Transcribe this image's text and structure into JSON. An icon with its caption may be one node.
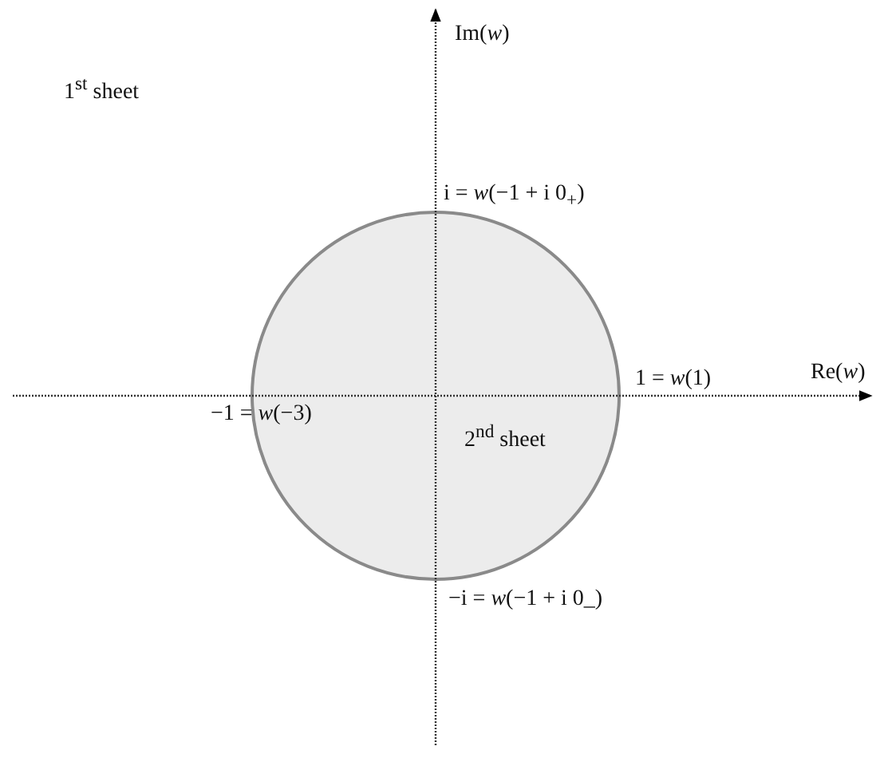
{
  "diagram": {
    "nodes": [
      {
        "text": [
          "2$^{nd}$ sheet"
        ]
      }
    ],
    "labels": [
      "Im(*w*)",
      "1$^{st}$ sheet",
      "i = *w*(−1 + i 0$_{+}$)",
      "1 = *w*(1)",
      "Re(*w*)",
      "−1 = *w*(−3)",
      "−i = *w*(−1 + i 0_)"
    ]
  }
}
